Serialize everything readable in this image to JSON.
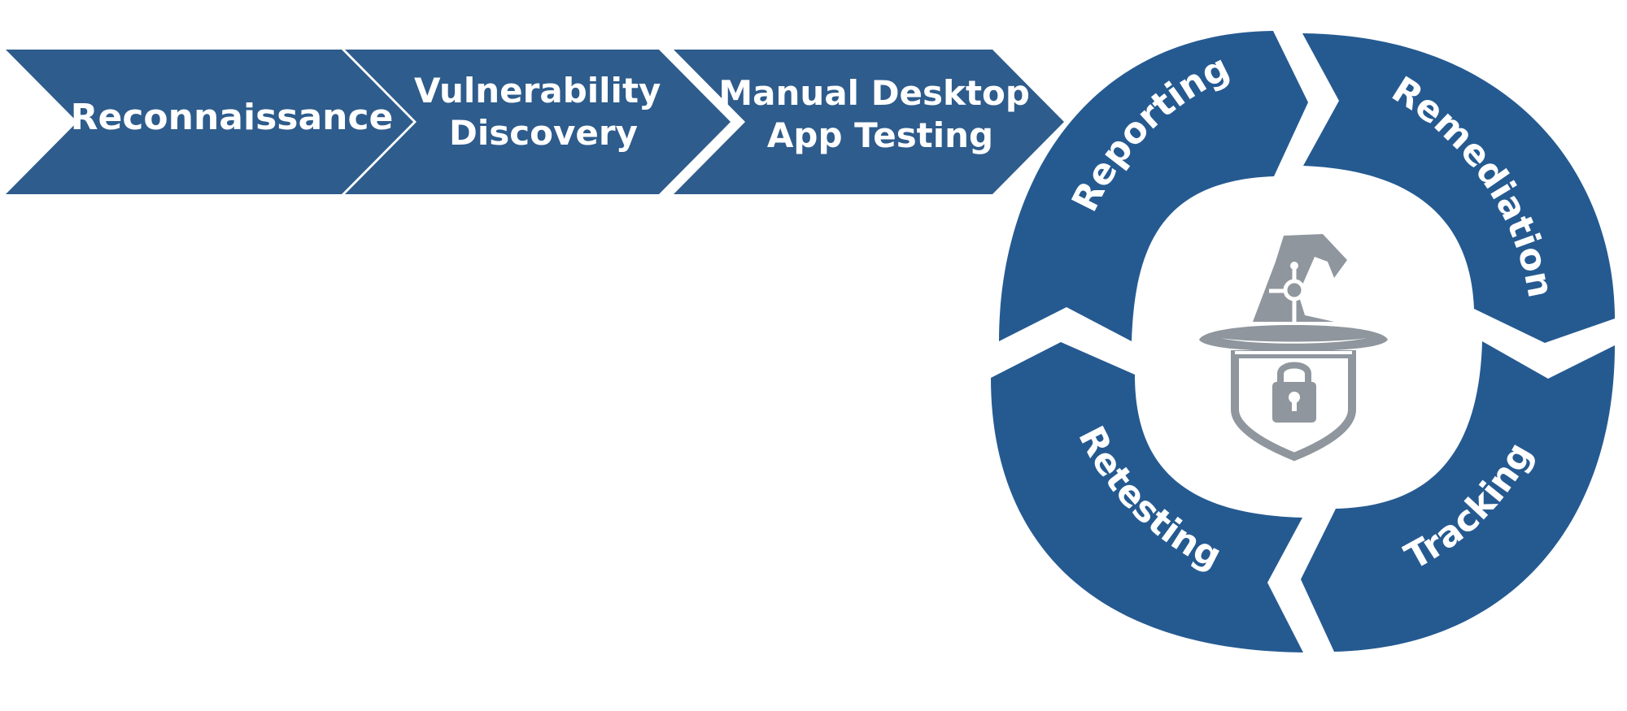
{
  "colors": {
    "chevron": "#2E5C8C",
    "cycle": "#255A91",
    "logo": "#8F969D",
    "background": "#FFFFFF",
    "text": "#FFFFFF"
  },
  "steps": [
    {
      "lines": [
        "Reconnaissance"
      ]
    },
    {
      "lines": [
        "Vulnerability",
        "Discovery"
      ]
    },
    {
      "lines": [
        "Manual Desktop",
        "App Testing"
      ]
    }
  ],
  "cycle": [
    {
      "label": "Reporting"
    },
    {
      "label": "Remediation"
    },
    {
      "label": "Tracking"
    },
    {
      "label": "Retesting"
    }
  ],
  "logo": {
    "icon": "wizard-hat-shield-lock-icon"
  }
}
